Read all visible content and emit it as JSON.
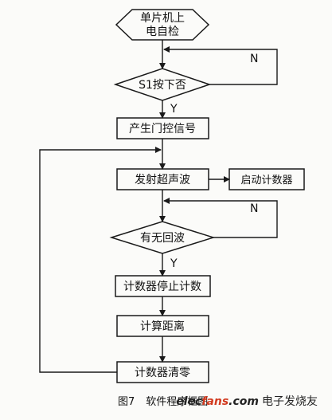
{
  "nodes": {
    "start": {
      "line1": "单片机上",
      "line2": "电自检"
    },
    "s1_check": "S1按下否",
    "gate_signal": "产生门控信号",
    "emit": "发射超声波",
    "start_counter": "启动计数器",
    "echo_check": "有无回波",
    "stop_counter": "计数器停止计数",
    "calc_distance": "计算距离",
    "clear_counter": "计数器清零"
  },
  "edge_labels": {
    "s1_no": "N",
    "s1_yes": "Y",
    "echo_no": "N",
    "echo_yes": "Y"
  },
  "caption": {
    "figure_number": "图7",
    "title": "软件程序框图"
  },
  "watermark": {
    "brand_prefix": "elec",
    "brand_accent": "fans",
    "brand_suffix": ".com",
    "chinese": "电子发烧友"
  },
  "colors": {
    "line": "#1a1a1a",
    "accent": "#d23a1f"
  }
}
